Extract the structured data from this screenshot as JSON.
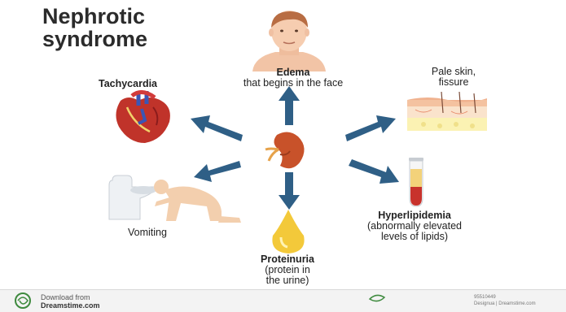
{
  "title": {
    "line1": "Nephrotic",
    "line2": "syndrome"
  },
  "labels": {
    "edema": {
      "line1": "Edema",
      "line2": "that begins in the face"
    },
    "tachycardia": "Tachycardia",
    "pale_skin": {
      "line1": "Pale skin,",
      "line2": "fissure"
    },
    "vomiting": "Vomiting",
    "hyperlipidemia": {
      "line1": "Hyperlipidemia",
      "line2": "(abnormally elevated",
      "line3": "levels of lipids)"
    },
    "proteinuria": {
      "line1": "Proteinuria",
      "line2": "(protein in",
      "line3": "the urine)"
    }
  },
  "footer": {
    "download": "Download from",
    "site": "Dreamstime.com",
    "id": "95510449",
    "credit": "Designua | Dreamstime.com"
  },
  "colors": {
    "arrow": "#2f5f86",
    "kidney": "#c8522a",
    "heart": "#c0332a",
    "drop": "#f3c93a",
    "title": "#2b2b2b"
  }
}
